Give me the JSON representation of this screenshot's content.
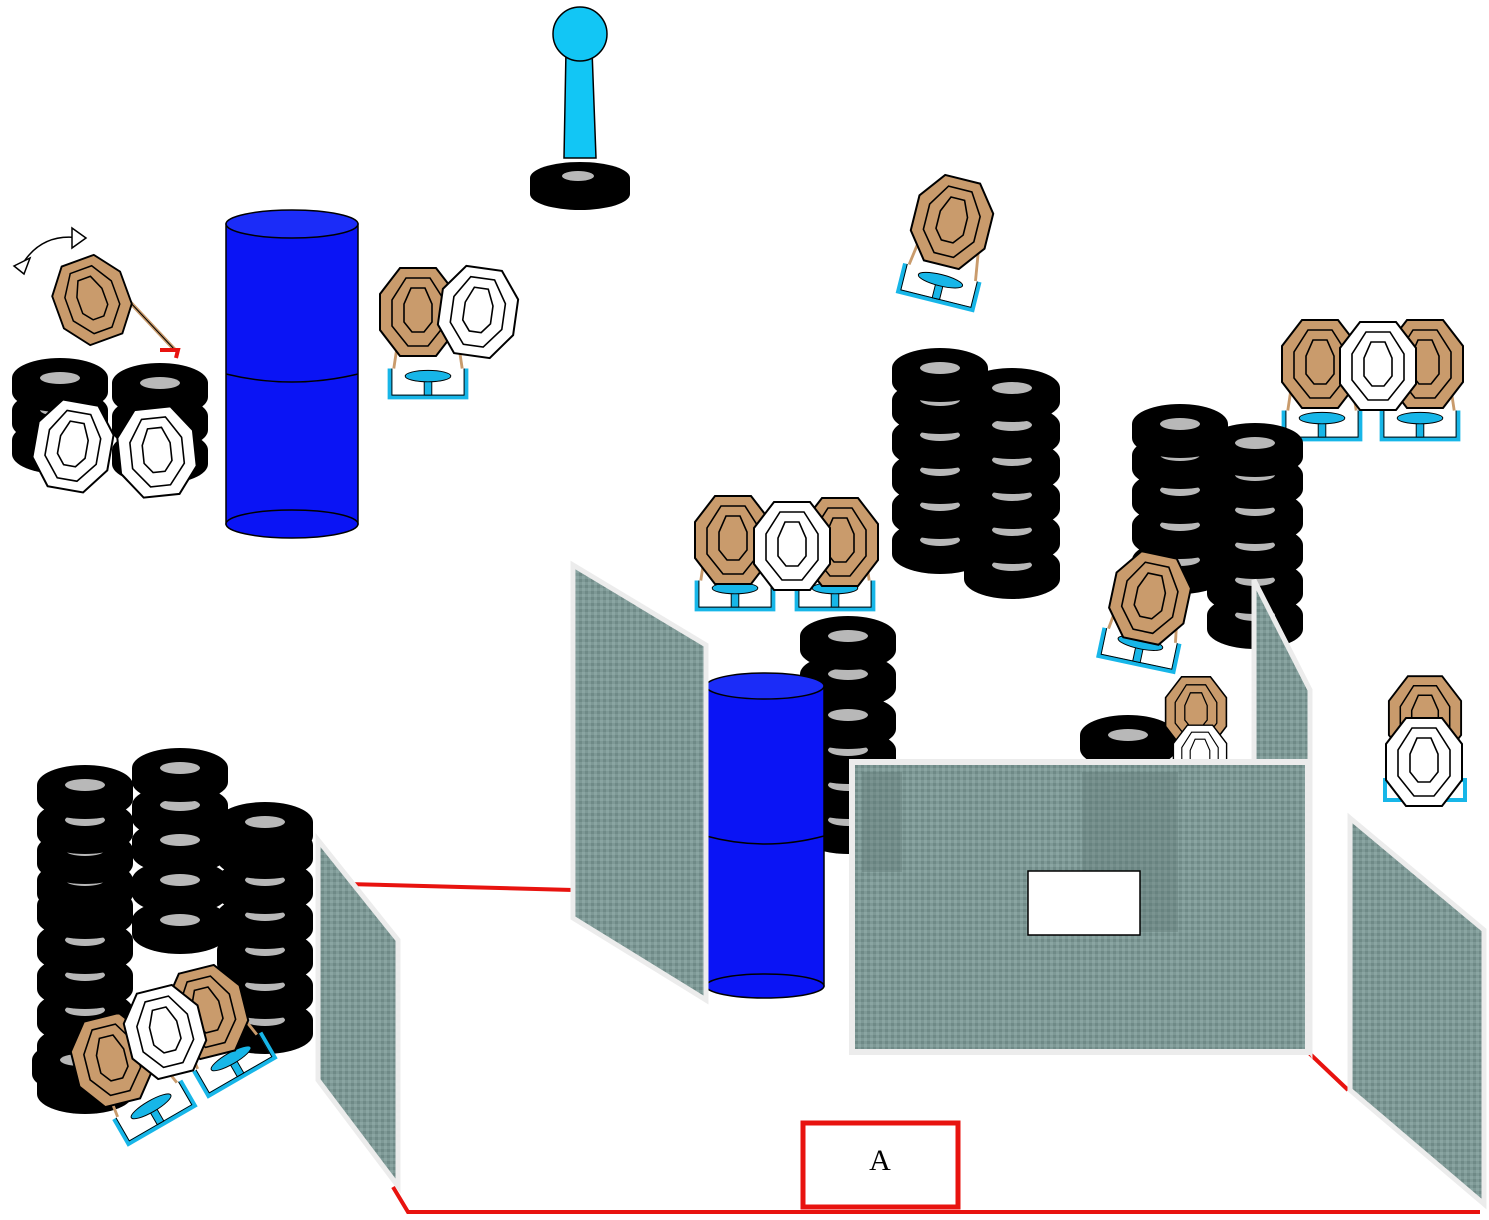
{
  "diagram": {
    "start_box": {
      "label": "A"
    },
    "legend_colors": {
      "fault_line": "#e8130f",
      "barrel": "#0a14f5",
      "barrel_dark": "#071099",
      "tire": "#000000",
      "tire_hub": "#b8b8b8",
      "cardboard_target": "#c99b6c",
      "no_shoot_target": "#ffffff",
      "target_stand": "#17b6e8",
      "wall": "#7f9a97",
      "popper": "#12c6f5"
    },
    "elements": [
      "popper",
      "swinging-target",
      "tire-stacks",
      "barrels",
      "cardboard-targets",
      "no-shoot-targets",
      "walls",
      "window-port",
      "fault-line",
      "start-position"
    ]
  }
}
